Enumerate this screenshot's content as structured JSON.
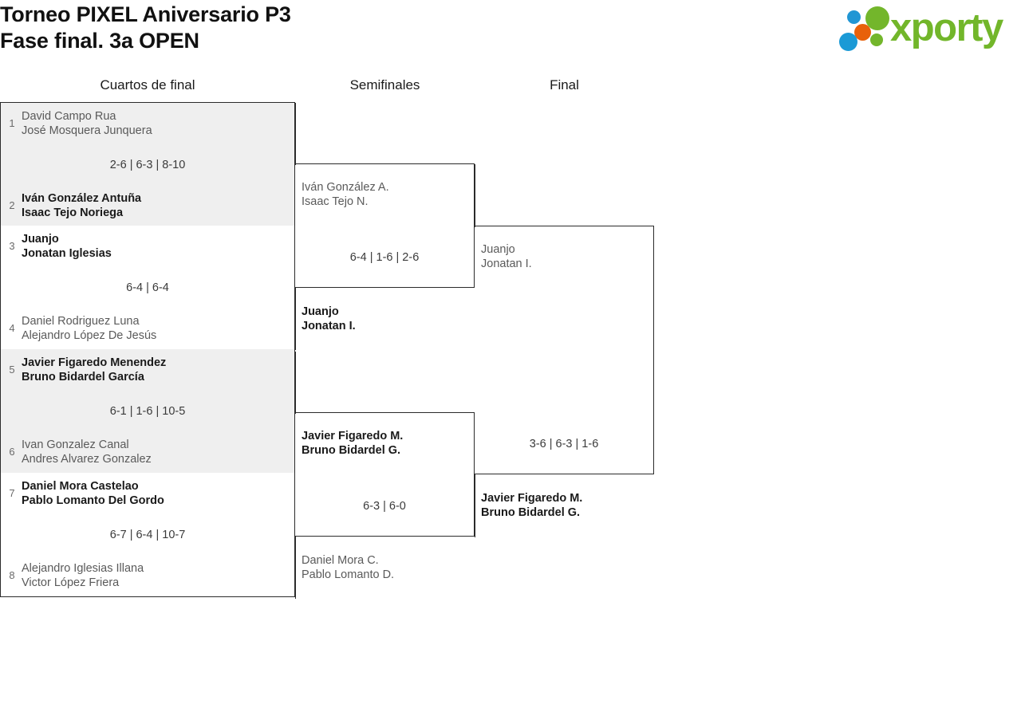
{
  "header": {
    "title_line1": "Torneo PIXEL Aniversario P3",
    "title_line2": "Fase final. 3a OPEN",
    "logo_wordmark": "xporty",
    "logo_colors": {
      "green": "#72b62a",
      "blue": "#2196d4",
      "orange": "#e8610a"
    }
  },
  "rounds": [
    {
      "id": "qf",
      "label": "Cuartos de final"
    },
    {
      "id": "sf",
      "label": "Semifinales"
    },
    {
      "id": "f",
      "label": "Final"
    }
  ],
  "bracket": {
    "quarterfinals": [
      {
        "shaded": true,
        "score": "2-6 | 6-3 | 8-10",
        "top": {
          "seed": "1",
          "player1": "David Campo Rua",
          "player2": "José Mosquera Junquera",
          "result": "loser"
        },
        "bottom": {
          "seed": "2",
          "player1": "Iván González Antuña",
          "player2": "Isaac Tejo Noriega",
          "result": "winner"
        }
      },
      {
        "shaded": false,
        "score": "6-4 | 6-4",
        "top": {
          "seed": "3",
          "player1": "Juanjo",
          "player2": "Jonatan Iglesias",
          "result": "winner"
        },
        "bottom": {
          "seed": "4",
          "player1": "Daniel Rodriguez Luna",
          "player2": "Alejandro López De Jesús",
          "result": "loser"
        }
      },
      {
        "shaded": true,
        "score": "6-1 | 1-6 | 10-5",
        "top": {
          "seed": "5",
          "player1": "Javier Figaredo Menendez",
          "player2": "Bruno Bidardel García",
          "result": "winner"
        },
        "bottom": {
          "seed": "6",
          "player1": "Ivan Gonzalez Canal",
          "player2": "Andres Alvarez Gonzalez",
          "result": "loser"
        }
      },
      {
        "shaded": false,
        "score": "6-7 | 6-4 | 10-7",
        "top": {
          "seed": "7",
          "player1": "Daniel Mora Castelao",
          "player2": "Pablo Lomanto Del Gordo",
          "result": "winner"
        },
        "bottom": {
          "seed": "8",
          "player1": "Alejandro Iglesias Illana",
          "player2": "Victor López Friera",
          "result": "loser"
        }
      }
    ],
    "semifinals": [
      {
        "score": "6-4 | 1-6 | 2-6",
        "top": {
          "player1": "Iván González A.",
          "player2": "Isaac Tejo N.",
          "result": "loser"
        },
        "bottom": {
          "player1": "Juanjo",
          "player2": "Jonatan I.",
          "result": "winner"
        }
      },
      {
        "score": "6-3 | 6-0",
        "top": {
          "player1": "Javier Figaredo M.",
          "player2": "Bruno Bidardel G.",
          "result": "winner"
        },
        "bottom": {
          "player1": "Daniel Mora C.",
          "player2": "Pablo Lomanto D.",
          "result": "loser"
        }
      }
    ],
    "final": [
      {
        "score": "3-6 | 6-3 | 1-6",
        "top": {
          "player1": "Juanjo",
          "player2": "Jonatan I.",
          "result": "loser"
        },
        "bottom": {
          "player1": "Javier Figaredo M.",
          "player2": "Bruno Bidardel G.",
          "result": "winner"
        }
      }
    ]
  }
}
